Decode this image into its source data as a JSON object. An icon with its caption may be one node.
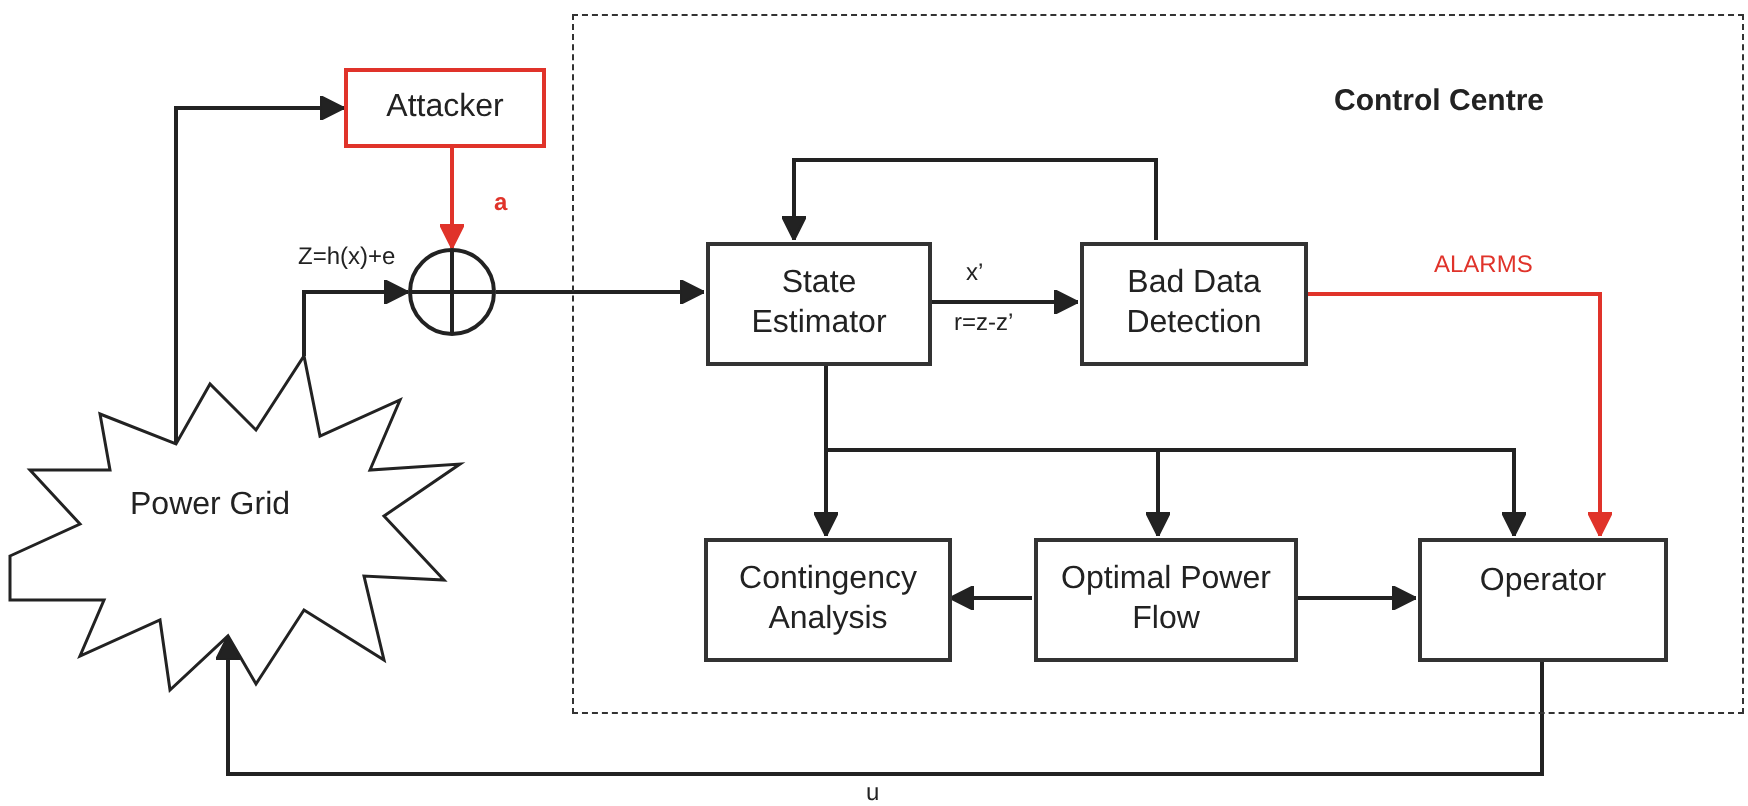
{
  "diagram": {
    "nodes": [
      {
        "text": [
          "Control Centre"
        ]
      },
      {
        "text": [
          "Attacker"
        ]
      },
      {
        "text": [],
        "shape": "circle"
      },
      {
        "text": [
          "Power Grid"
        ]
      },
      {
        "text": [
          "State Estimator"
        ],
        "in": 0
      },
      {
        "text": [
          "Bad Data Detection"
        ],
        "in": 0
      },
      {
        "text": [
          "Contingency Analysis"
        ],
        "in": 0
      },
      {
        "text": [
          "Optimal Power Flow"
        ],
        "in": 0
      },
      {
        "text": [
          "Operator"
        ],
        "in": 0
      }
    ],
    "edges": [
      {
        "from": 3,
        "to": 1,
        "arrow": "to"
      },
      {
        "from": 3,
        "to": 2,
        "arrow": "to",
        "label": "Z=h(x)+e"
      },
      {
        "from": 1,
        "to": 2,
        "arrow": "to",
        "label": "a",
        "color": "#e0332a"
      },
      {
        "from": 2,
        "to": 4,
        "arrow": "to"
      },
      {
        "from": 4,
        "to": 5,
        "arrow": "to",
        "label": "x’"
      },
      {
        "from": 5,
        "to": 4,
        "arrow": "to"
      },
      {
        "from": 5,
        "to": 8,
        "arrow": "to",
        "label": "ALARMS",
        "color": "#e0332a"
      },
      {
        "from": 4,
        "to": 6,
        "arrow": "to"
      },
      {
        "from": 4,
        "to": 7,
        "arrow": "to"
      },
      {
        "from": 4,
        "to": 8,
        "arrow": "to"
      },
      {
        "from": 7,
        "to": 6,
        "arrow": "to"
      },
      {
        "from": 7,
        "to": 8,
        "arrow": "to"
      },
      {
        "from": 8,
        "to": 3,
        "arrow": "to",
        "label": "u"
      }
    ],
    "labels": [
      "r=z-z’"
    ]
  }
}
